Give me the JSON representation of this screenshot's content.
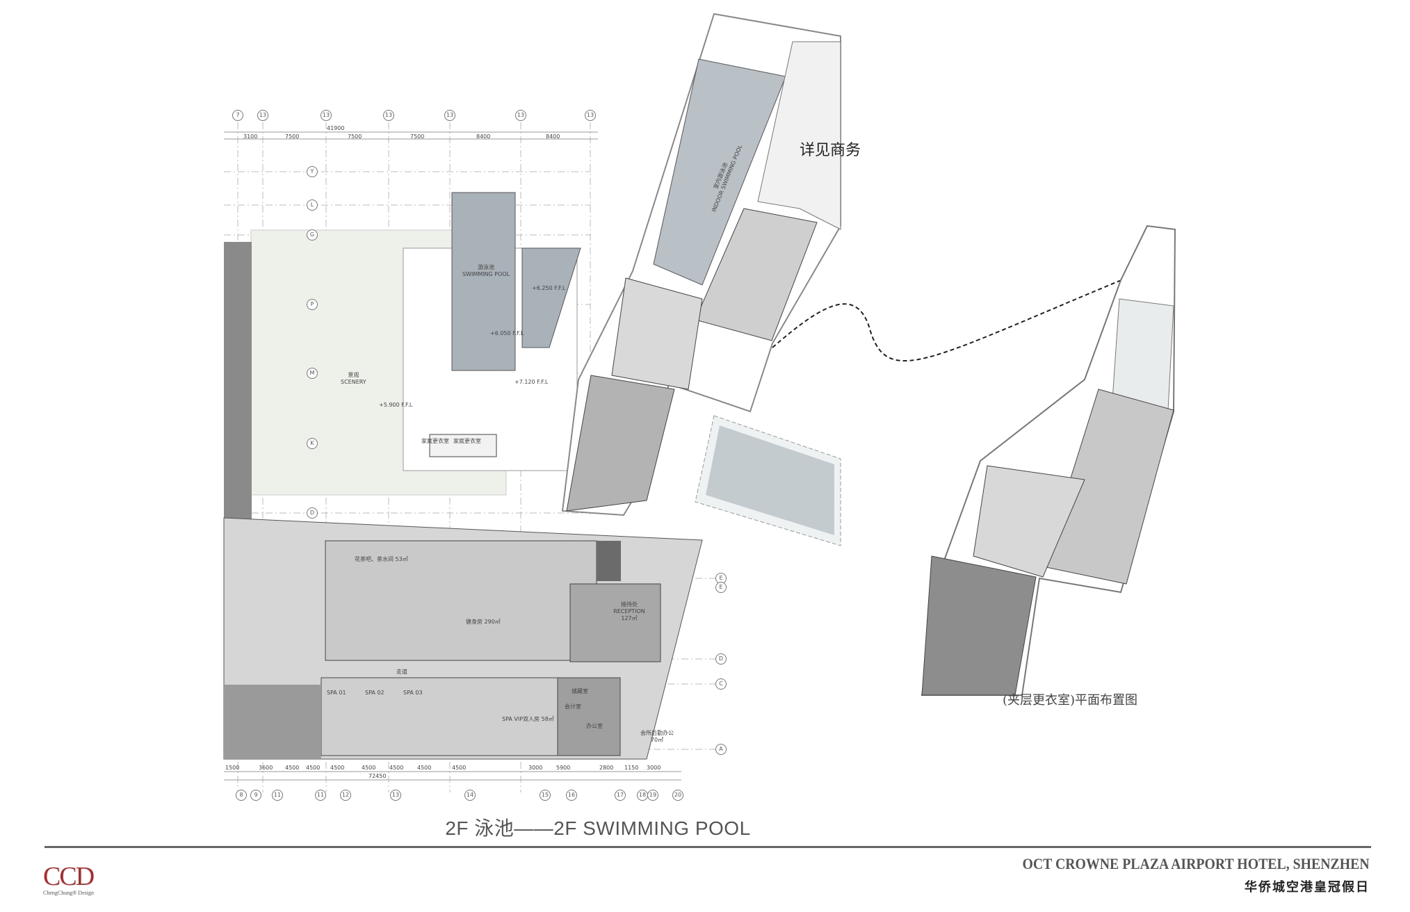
{
  "drawing": {
    "title": "2F 泳池——2F SWIMMING  POOL",
    "mezzanine_caption": "(夹层更衣室)平面布置图",
    "detail_note": "详见商务",
    "rooms": {
      "pool_cn": "游泳池",
      "pool_en": "SWIMMING POOL",
      "indoor_pool_cn": "室内游泳池",
      "indoor_pool_en": "INDOOR SWIMMING POOL",
      "scenery_cn": "景观",
      "scenery_en": "SCENERY",
      "family_change_1": "家庭更衣室",
      "family_change_2": "家庭更衣室",
      "tea_bar": "花茶吧、茶水间 53㎡",
      "gym": "健身房 290㎡",
      "reception": "接待处 RECEPTION 127㎡",
      "spa1": "SPA 01",
      "spa2": "SPA 02",
      "spa3": "SPA 03",
      "spa_vip": "SPA VIP双人房 58㎡",
      "office": "办公室",
      "accounting": "会计室",
      "storage": "储藏室",
      "club_office": "会所后勤办公 70㎡",
      "corridor": "走道"
    },
    "levels": [
      "+6.250 F.F.L",
      "+6.050 F.F.L",
      "+5.900 F.F.L",
      "+7.120 F.F.L"
    ],
    "grid_top": [
      "7",
      "13",
      "13",
      "13",
      "13",
      "13",
      "13"
    ],
    "dims_top": [
      "3100",
      "7500",
      "7500",
      "7500",
      "8400",
      "8400"
    ],
    "dim_top_total": "41900",
    "grid_bottom": [
      "8",
      "9",
      "11",
      "11",
      "12",
      "13",
      "14",
      "15",
      "16",
      "17",
      "18",
      "19",
      "20"
    ],
    "dims_bottom": [
      "1500",
      "3600",
      "4500",
      "4500",
      "4500",
      "4500",
      "4500",
      "4500",
      "4500",
      "3000",
      "5900",
      "2800",
      "1150",
      "3000"
    ],
    "dim_bottom_total": "72450",
    "grid_left": [
      "Y",
      "L",
      "G",
      "P",
      "M",
      "K",
      "D"
    ],
    "grid_right": [
      "E",
      "E",
      "D",
      "C",
      "A"
    ]
  },
  "footer": {
    "logo": "CCD",
    "logo_sub": "ChengChung® Design",
    "hotel_en": "OCT CROWNE PLAZA AIRPORT HOTEL, SHENZHEN",
    "hotel_cn": "华侨城空港皇冠假日"
  },
  "colors": {
    "logo": "#b0292a",
    "pool": "#a9b2b8",
    "dark": "#707070",
    "mid": "#bdbdbd",
    "light": "#eef0ea"
  }
}
